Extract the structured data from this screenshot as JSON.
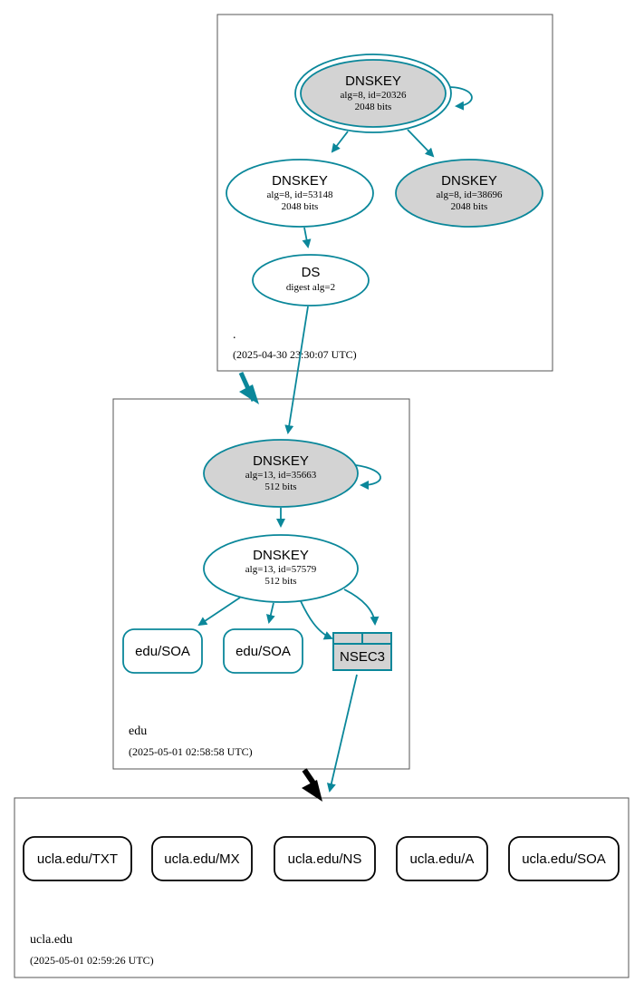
{
  "zones": {
    "root": {
      "name": ".",
      "timestamp": "(2025-04-30 23:30:07 UTC)"
    },
    "edu": {
      "name": "edu",
      "timestamp": "(2025-05-01 02:58:58 UTC)"
    },
    "ucla": {
      "name": "ucla.edu",
      "timestamp": "(2025-05-01 02:59:26 UTC)"
    }
  },
  "nodes": {
    "root_ksk": {
      "title": "DNSKEY",
      "line1": "alg=8, id=20326",
      "line2": "2048 bits"
    },
    "root_zsk1": {
      "title": "DNSKEY",
      "line1": "alg=8, id=53148",
      "line2": "2048 bits"
    },
    "root_zsk2": {
      "title": "DNSKEY",
      "line1": "alg=8, id=38696",
      "line2": "2048 bits"
    },
    "root_ds": {
      "title": "DS",
      "line1": "digest alg=2"
    },
    "edu_ksk": {
      "title": "DNSKEY",
      "line1": "alg=13, id=35663",
      "line2": "512 bits"
    },
    "edu_zsk": {
      "title": "DNSKEY",
      "line1": "alg=13, id=57579",
      "line2": "512 bits"
    },
    "edu_soa1": {
      "label": "edu/SOA"
    },
    "edu_soa2": {
      "label": "edu/SOA"
    },
    "edu_nsec3": {
      "label": "NSEC3"
    }
  },
  "ucla_records": [
    "ucla.edu/TXT",
    "ucla.edu/MX",
    "ucla.edu/NS",
    "ucla.edu/A",
    "ucla.edu/SOA"
  ],
  "colors": {
    "edge": "#0a879a",
    "node_fill": "#d3d3d3",
    "zone_border": "#555555",
    "delegation_insecure": "#000000"
  }
}
